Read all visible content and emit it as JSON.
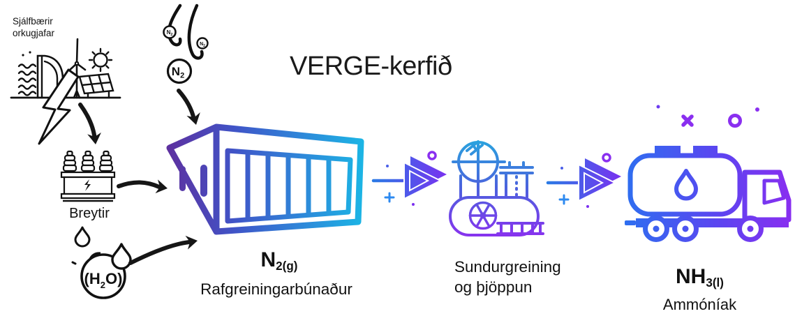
{
  "title": "VERGE-kerfið",
  "energy_source": {
    "label": "Sjálfbærir\norkugjafar"
  },
  "converter": {
    "label": "Breytir"
  },
  "water": {
    "f_open": "(H",
    "f_sub": "2",
    "f_close": "O)"
  },
  "nitrogen": {
    "symbol": "N",
    "sub": "2"
  },
  "electrolyzer": {
    "formula_main": "N",
    "formula_sub": "2(g)",
    "label": "Rafgreiningarbúnaður"
  },
  "separation": {
    "label": "Sundurgreining\nog þjöppun"
  },
  "ammonia": {
    "formula_main": "NH",
    "formula_sub": "3(l)",
    "label": "Ammóníak"
  },
  "colors": {
    "ink": "#111111",
    "container_gradient": [
      "#5f2f9e",
      "#3f55c8",
      "#2f84d8",
      "#1ab9e6"
    ],
    "machine_gradient": [
      "#24aede",
      "#4a63dd",
      "#8d2ff0"
    ],
    "truck_gradient": [
      "#2d6ff0",
      "#5b45f0",
      "#8b2df0"
    ],
    "arrow_gradient": [
      "#2a7be5",
      "#7b2ff0"
    ],
    "sparkle_purple": "#8a2ff0",
    "sparkle_blue": "#2d8af0"
  },
  "icons": {
    "renewable-energy-icon": "hydro dam, wind turbine, sun and solar panel line art",
    "lightning-bolt-icon": "lightning bolt",
    "transformer-icon": "power transformer with three bushings",
    "water-icon": "droplets with H2O",
    "nitrogen-gas-icon": "N2 gas swirls with molecule circles",
    "electrolyzer-container-icon": "gradient shipping container",
    "flow-arrow-icon": "gradient arrow with sparkles",
    "separation-compression-icon": "gradient industrial separator and compressor",
    "ammonia-tanker-icon": "gradient tanker truck with droplet"
  }
}
